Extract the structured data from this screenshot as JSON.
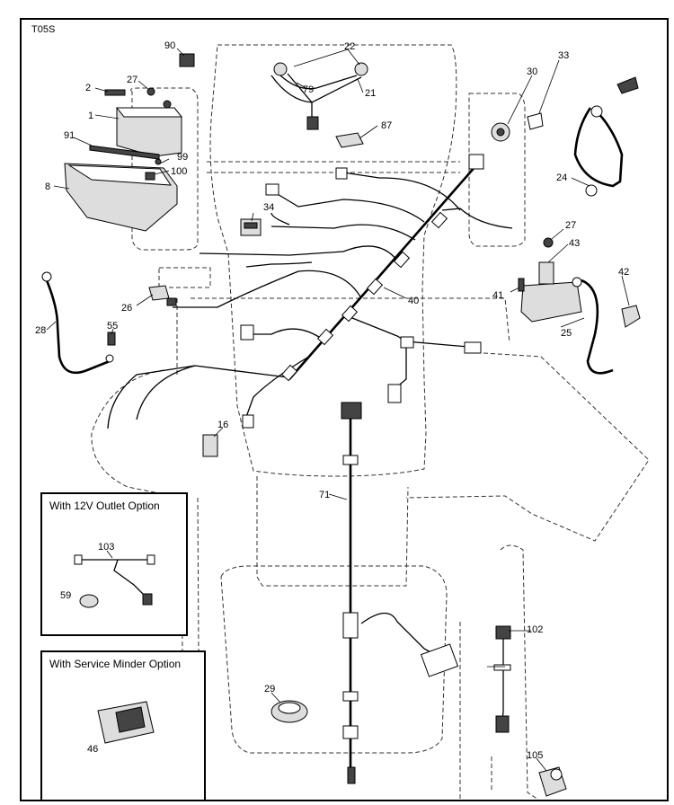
{
  "diagram_code": "T05S",
  "part_labels": {
    "p1": "1",
    "p2": "2",
    "p8": "8",
    "p16": "16",
    "p21": "21",
    "p22": "22",
    "p24": "24",
    "p25": "25",
    "p26": "26",
    "p27a": "27",
    "p27b": "27",
    "p28": "28",
    "p29": "29",
    "p30": "30",
    "p33": "33",
    "p34": "34",
    "p40": "40",
    "p41": "41",
    "p42": "42",
    "p43": "43",
    "p46": "46",
    "p55": "55",
    "p59": "59",
    "p71": "71",
    "p79": "79",
    "p87": "87",
    "p90": "90",
    "p91": "91",
    "p99": "99",
    "p100": "100",
    "p102": "102",
    "p103": "103",
    "p105": "105"
  },
  "insets": {
    "outlet_option": "With 12V Outlet Option",
    "service_minder_option": "With Service Minder Option"
  }
}
